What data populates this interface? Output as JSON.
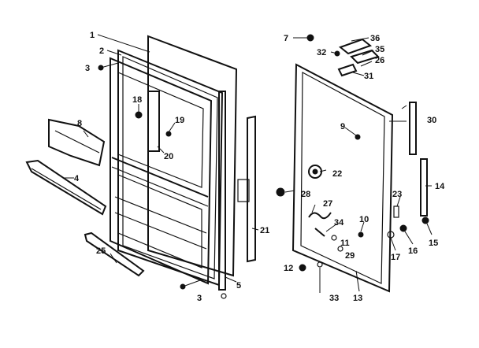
{
  "diagram": {
    "callouts": {
      "c1": "1",
      "c2": "2",
      "c3a": "3",
      "c3b": "3",
      "c4": "4",
      "c5": "5",
      "c7": "7",
      "c8": "8",
      "c9": "9",
      "c10": "10",
      "c11": "11",
      "c12": "12",
      "c13": "13",
      "c14": "14",
      "c15": "15",
      "c16": "16",
      "c17": "17",
      "c18": "18",
      "c19": "19",
      "c20": "20",
      "c21": "21",
      "c22": "22",
      "c23": "23",
      "c25": "25",
      "c26": "26",
      "c27": "27",
      "c28": "28",
      "c29": "29",
      "c30": "30",
      "c31": "31",
      "c32": "32",
      "c33": "33",
      "c34": "34",
      "c35": "35",
      "c36": "36"
    }
  }
}
